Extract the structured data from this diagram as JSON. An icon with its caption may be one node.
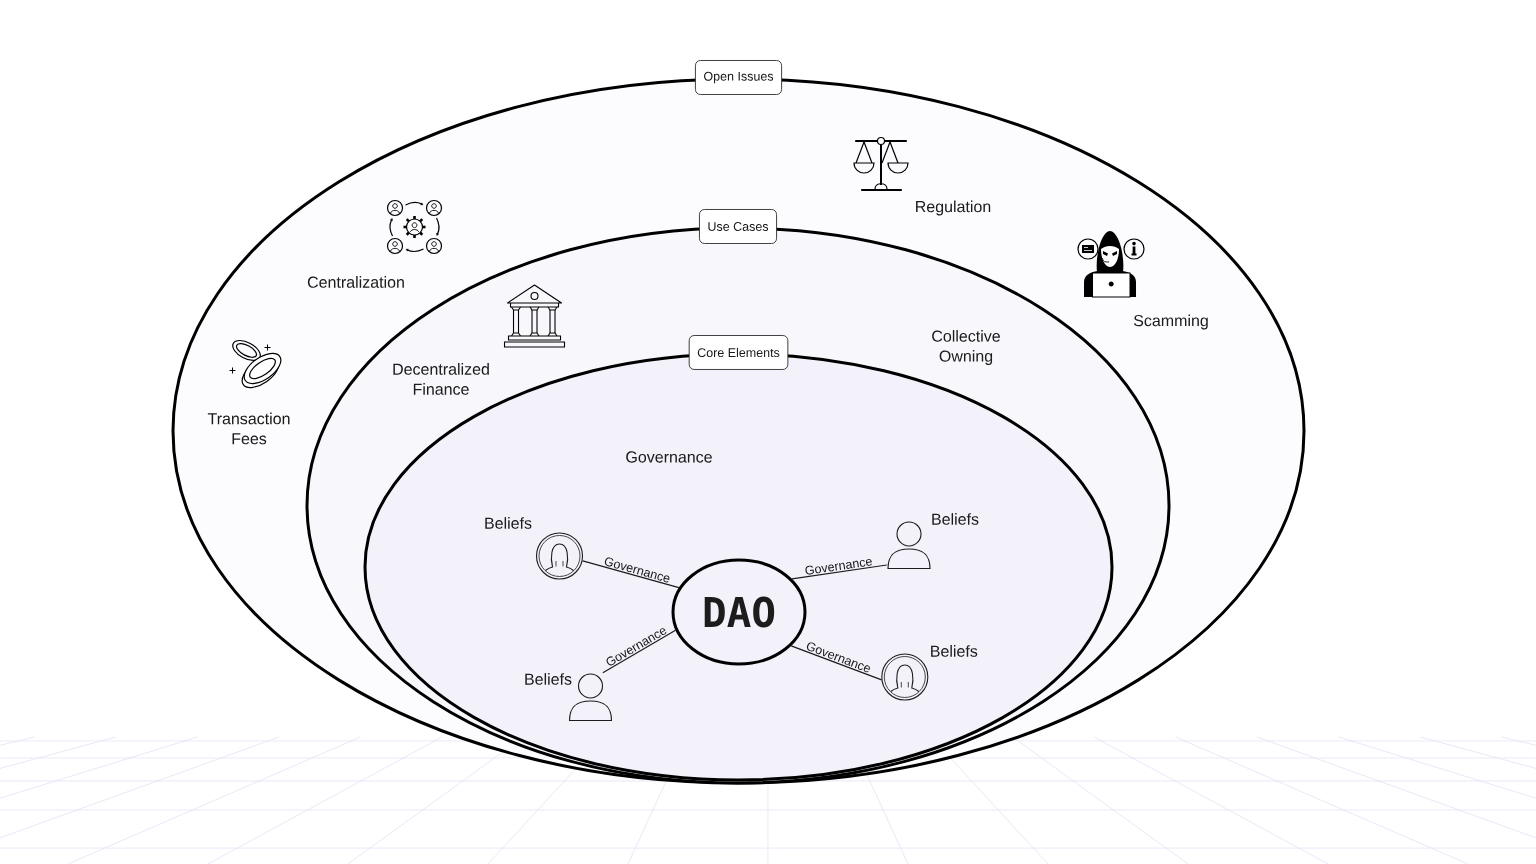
{
  "diagram": {
    "nodes": [
      {
        "text": [
          "Open Issues"
        ]
      },
      {
        "text": [
          "Use Cases"
        ],
        "in": 0
      },
      {
        "text": [
          "Core Elements"
        ],
        "in": 1
      },
      {
        "text": [],
        "shape": "person",
        "in": 2,
        "beside": [
          "Beliefs"
        ]
      },
      {
        "text": [],
        "shape": "person",
        "in": 2,
        "beside": [
          "Beliefs"
        ]
      },
      {
        "text": [
          "DAO"
        ],
        "in": 2
      },
      {
        "text": [],
        "shape": "person",
        "in": 2,
        "beside": [
          "Beliefs"
        ]
      },
      {
        "text": [],
        "shape": "person",
        "in": 2,
        "beside": [
          "Beliefs"
        ]
      }
    ],
    "edges": [
      {
        "from": 5,
        "to": 3,
        "arrow": "none",
        "label": "Governance"
      },
      {
        "from": 5,
        "to": 4,
        "arrow": "none",
        "label": "Governance"
      },
      {
        "from": 5,
        "to": 6,
        "arrow": "none",
        "label": "Governance"
      },
      {
        "from": 5,
        "to": 7,
        "arrow": "none",
        "label": "Governance"
      }
    ],
    "labels": [
      "Regulation",
      "Centralization",
      "Scamming",
      "Collective Owning",
      "Decentralized Finance",
      "Transaction Fees",
      "Governance"
    ]
  }
}
